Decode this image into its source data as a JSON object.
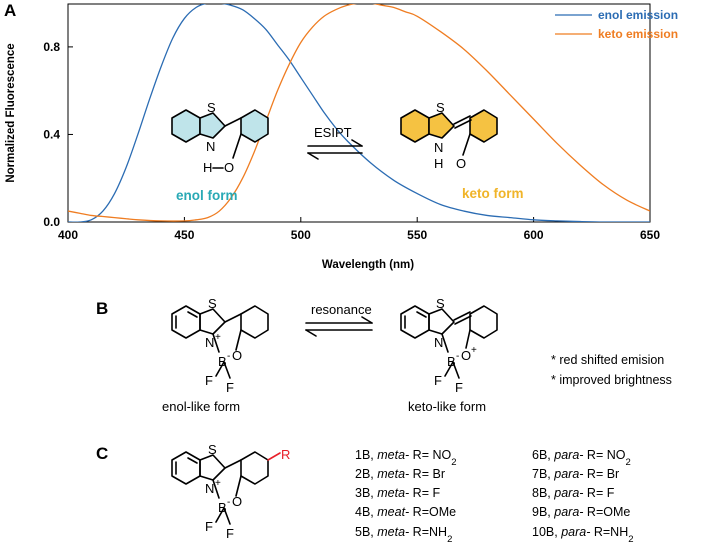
{
  "panels": {
    "a": "A",
    "b": "B",
    "c": "C"
  },
  "colors": {
    "enol": "#2b6cb3",
    "keto": "#ef7d22",
    "enol_text": "#29a9b5",
    "keto_text": "#f0b429",
    "enol_fill": "#bfe4ea",
    "keto_fill": "#f5c242",
    "red": "#e8202a"
  },
  "chart_data": {
    "type": "line",
    "xlabel": "Wavelength (nm)",
    "ylabel": "Normalized Fluorescence",
    "xlim": [
      400,
      650
    ],
    "ylim": [
      0,
      1
    ],
    "xticks": [
      400,
      450,
      500,
      550,
      600,
      650
    ],
    "yticks": [
      0.0,
      0.4,
      0.8
    ],
    "ytick_labels": [
      "0.0",
      "0.4",
      "0.8"
    ],
    "legend_position": "top-right",
    "series": [
      {
        "name": "enol emission",
        "color": "#2b6cb3",
        "x": [
          400,
          405,
          410,
          415,
          420,
          425,
          430,
          435,
          440,
          445,
          450,
          455,
          460,
          465,
          470,
          475,
          480,
          485,
          490,
          495,
          500,
          505,
          510,
          515,
          520,
          530,
          540,
          550,
          560,
          570,
          580,
          590,
          600,
          610,
          620,
          630,
          640,
          650
        ],
        "y": [
          0.0,
          0.0,
          0.01,
          0.05,
          0.13,
          0.25,
          0.4,
          0.56,
          0.71,
          0.84,
          0.93,
          0.98,
          1.0,
          1.0,
          0.99,
          0.97,
          0.93,
          0.88,
          0.81,
          0.74,
          0.66,
          0.58,
          0.5,
          0.43,
          0.37,
          0.27,
          0.19,
          0.13,
          0.08,
          0.05,
          0.03,
          0.02,
          0.01,
          0.005,
          0.002,
          0.0,
          0.0,
          0.0
        ]
      },
      {
        "name": "keto emission",
        "color": "#ef7d22",
        "x": [
          400,
          405,
          410,
          415,
          420,
          425,
          430,
          440,
          450,
          455,
          460,
          465,
          470,
          475,
          480,
          485,
          490,
          495,
          500,
          505,
          510,
          515,
          520,
          525,
          530,
          535,
          540,
          545,
          550,
          560,
          570,
          580,
          590,
          600,
          610,
          620,
          630,
          640,
          650
        ],
        "y": [
          0.05,
          0.04,
          0.03,
          0.025,
          0.02,
          0.015,
          0.01,
          0.005,
          0.005,
          0.01,
          0.02,
          0.05,
          0.11,
          0.2,
          0.32,
          0.46,
          0.6,
          0.72,
          0.82,
          0.89,
          0.94,
          0.97,
          0.99,
          1.0,
          1.0,
          0.99,
          0.98,
          0.96,
          0.94,
          0.87,
          0.79,
          0.69,
          0.58,
          0.47,
          0.36,
          0.26,
          0.17,
          0.1,
          0.05
        ]
      }
    ]
  },
  "panel_a": {
    "enol_form": "enol form",
    "keto_form": "keto form",
    "esipt": "ESIPT",
    "atoms": {
      "s1": "S",
      "n1": "N",
      "h1": "H",
      "o1": "O",
      "s2": "S",
      "n2": "N",
      "h2": "H",
      "o2": "O"
    }
  },
  "panel_b": {
    "resonance": "resonance",
    "left_caption": "enol-like form",
    "right_caption": "keto-like form",
    "notes": [
      "* red shifted emision",
      "* improved brightness"
    ],
    "left_atoms": {
      "s": "S",
      "n": "N",
      "nplus": "+",
      "b": "B",
      "bminus": "-",
      "o": "O",
      "f1": "F",
      "f2": "F"
    },
    "right_atoms": {
      "s": "S",
      "n": "N",
      "b": "B",
      "bminus": "-",
      "o": "O",
      "oplus": "+",
      "f1": "F",
      "f2": "F"
    }
  },
  "panel_c": {
    "atoms": {
      "s": "S",
      "n": "N",
      "nplus": "+",
      "b": "B",
      "bminus": "-",
      "o": "O",
      "f1": "F",
      "f2": "F",
      "r": "R"
    },
    "compounds": [
      {
        "id": "1B",
        "pos": "meta-",
        "r": "R= NO",
        "sub": "2"
      },
      {
        "id": "2B",
        "pos": "meta-",
        "r": "R= Br",
        "sub": ""
      },
      {
        "id": "3B",
        "pos": "meta-",
        "r": "R= F",
        "sub": ""
      },
      {
        "id": "4B",
        "pos": "meat-",
        "r": "R=OMe",
        "sub": ""
      },
      {
        "id": "5B",
        "pos": "meta-",
        "r": "R=NH",
        "sub": "2"
      },
      {
        "id": "6B",
        "pos": "para-",
        "r": "R= NO",
        "sub": "2"
      },
      {
        "id": "7B",
        "pos": "para-",
        "r": "R= Br",
        "sub": ""
      },
      {
        "id": "8B",
        "pos": "para-",
        "r": "R= F",
        "sub": ""
      },
      {
        "id": "9B",
        "pos": "para-",
        "r": "R=OMe",
        "sub": ""
      },
      {
        "id": "10B",
        "pos": "para-",
        "r": "R=NH",
        "sub": "2"
      }
    ]
  }
}
